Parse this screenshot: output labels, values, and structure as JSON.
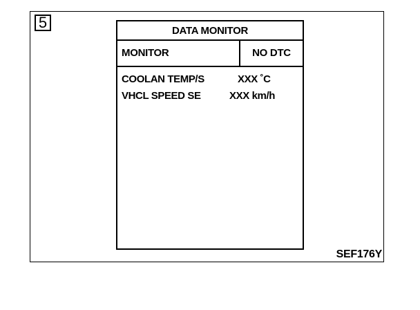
{
  "step_number": "5",
  "screen": {
    "title": "DATA MONITOR",
    "header": {
      "monitor": "MONITOR",
      "dtc_status": "NO DTC"
    },
    "rows": [
      {
        "label": "COOLAN TEMP/S",
        "value": "XXX ˚C"
      },
      {
        "label": "VHCL SPEED SE",
        "value": "XXX km/h"
      }
    ]
  },
  "figure_id": "SEF176Y"
}
